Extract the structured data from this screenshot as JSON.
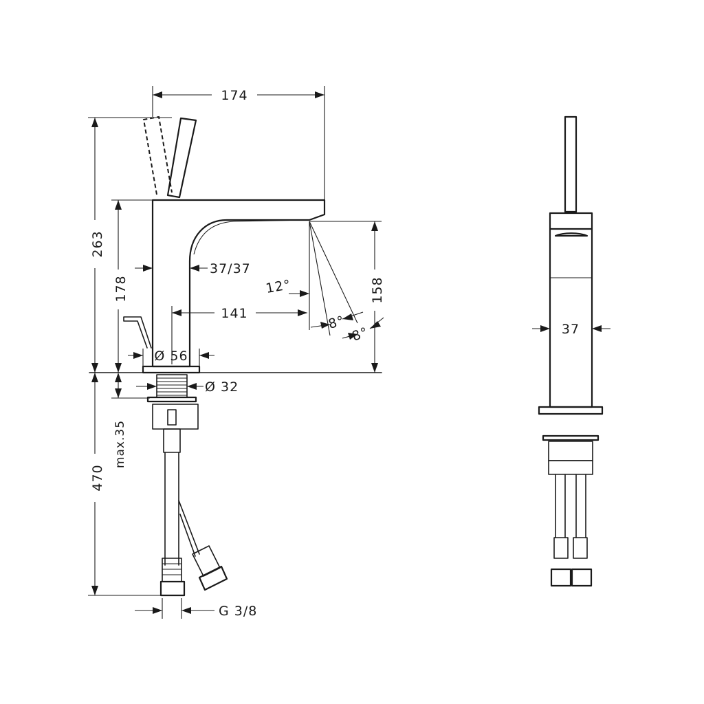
{
  "side_view": {
    "dim_width_total": "174",
    "dim_height_total": "263",
    "dim_spout_height": "178",
    "dim_body_section": "37/37",
    "dim_projection": "141",
    "dim_spout_angle": "12°",
    "dim_jet_height": "158",
    "dim_spray_angle_1": "8°",
    "dim_spray_angle_2": "8°",
    "dim_base_diameter": "Ø 56",
    "dim_tail_diameter": "Ø 32",
    "dim_counter_thickness": "max.35",
    "dim_below_counter": "470",
    "dim_connection_thread": "G 3/8"
  },
  "front_view": {
    "dim_body_width": "37"
  }
}
